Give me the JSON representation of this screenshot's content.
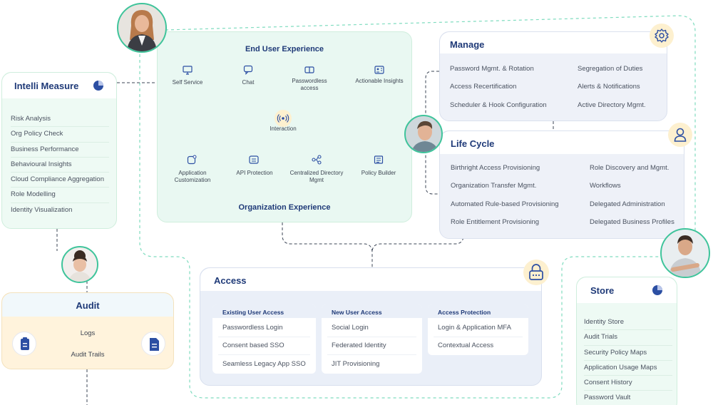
{
  "intelli_measure": {
    "title": "Intelli Measure",
    "items": [
      "Risk Analysis",
      "Org Policy Check",
      "Business Performance",
      "Behavioural Insights",
      "Cloud Compliance Aggregation",
      "Role Modelling",
      "Identity Visualization"
    ]
  },
  "audit": {
    "title": "Audit",
    "items": [
      "Logs",
      "Audit Trails"
    ]
  },
  "experience": {
    "end_user_title": "End User Experience",
    "end_user_items": [
      {
        "label": "Self Service",
        "icon": "monitor-icon"
      },
      {
        "label": "Chat",
        "icon": "chat-icon"
      },
      {
        "label": "Passwordless access",
        "icon": "passwordless-icon"
      },
      {
        "label": "Actionable Insights",
        "icon": "id-card-icon"
      }
    ],
    "hub_label": "Interaction",
    "org_items": [
      {
        "label": "Application Customization",
        "icon": "app-customization-icon"
      },
      {
        "label": "API Protection",
        "icon": "api-icon"
      },
      {
        "label": "Centralized Directory Mgmt",
        "icon": "directory-icon"
      },
      {
        "label": "Policy Builder",
        "icon": "policy-icon"
      }
    ],
    "org_title": "Organization Experience"
  },
  "manage": {
    "title": "Manage",
    "left": [
      "Password Mgmt. & Rotation",
      "Access Recertification",
      "Scheduler & Hook Configuration"
    ],
    "right": [
      "Segregation of Duties",
      "Alerts & Notifications",
      "Active Directory Mgmt."
    ]
  },
  "lifecycle": {
    "title": "Life Cycle",
    "left": [
      "Birthright Access Provisioning",
      "Organization Transfer Mgmt.",
      "Automated Rule-based Provisioning",
      "Role Entitlement Provisioning"
    ],
    "right": [
      "Role Discovery and Mgmt.",
      "Workflows",
      "Delegated Administration",
      "Delegated Business Profiles"
    ]
  },
  "access": {
    "title": "Access",
    "columns": [
      {
        "title": "Existing User Access",
        "items": [
          "Passwordless Login",
          "Consent based SSO",
          "Seamless Legacy App SSO"
        ]
      },
      {
        "title": "New User Access",
        "items": [
          "Social Login",
          "Federated Identity",
          "JIT Provisioning"
        ]
      },
      {
        "title": "Access Protection",
        "items": [
          "Login & Application MFA",
          "Contextual Access"
        ]
      }
    ]
  },
  "store": {
    "title": "Store",
    "items": [
      "Identity Store",
      "Audit Trials",
      "Security Policy Maps",
      "Application Usage Maps",
      "Consent History",
      "Password Vault"
    ]
  },
  "colors": {
    "accent_green": "#3fc49b",
    "title_blue": "#1f3a78",
    "icon_blue": "#2c4fa3",
    "mint_panel": "#e9f8f2",
    "lavender_panel": "#eef1f8",
    "cream_panel": "#fff3dc",
    "icon_circle_yellow": "#fdf0cf"
  }
}
